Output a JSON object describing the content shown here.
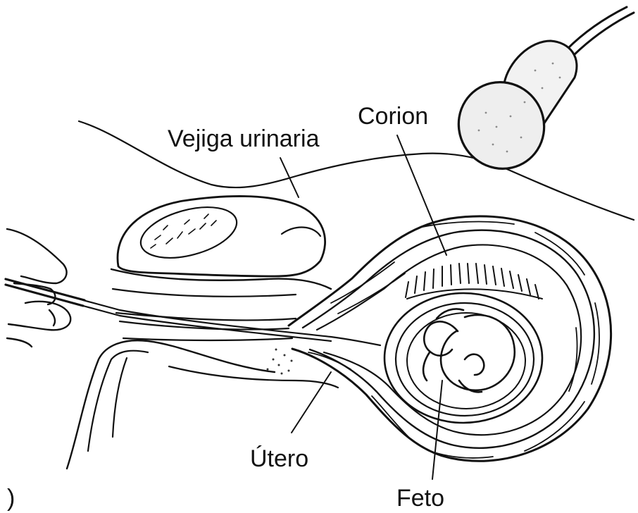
{
  "figure": {
    "labels": {
      "bladder": "Vejiga urinaria",
      "chorion": "Corion",
      "uterus": "Útero",
      "fetus": "Feto",
      "edge_fragment": ")"
    }
  },
  "colors": {
    "ink": "#111111",
    "paper": "#ffffff",
    "stipple": "#9a9a9a"
  },
  "icons": {
    "probe": "ultrasound-transducer",
    "hand": "hand-holding-catheter"
  }
}
